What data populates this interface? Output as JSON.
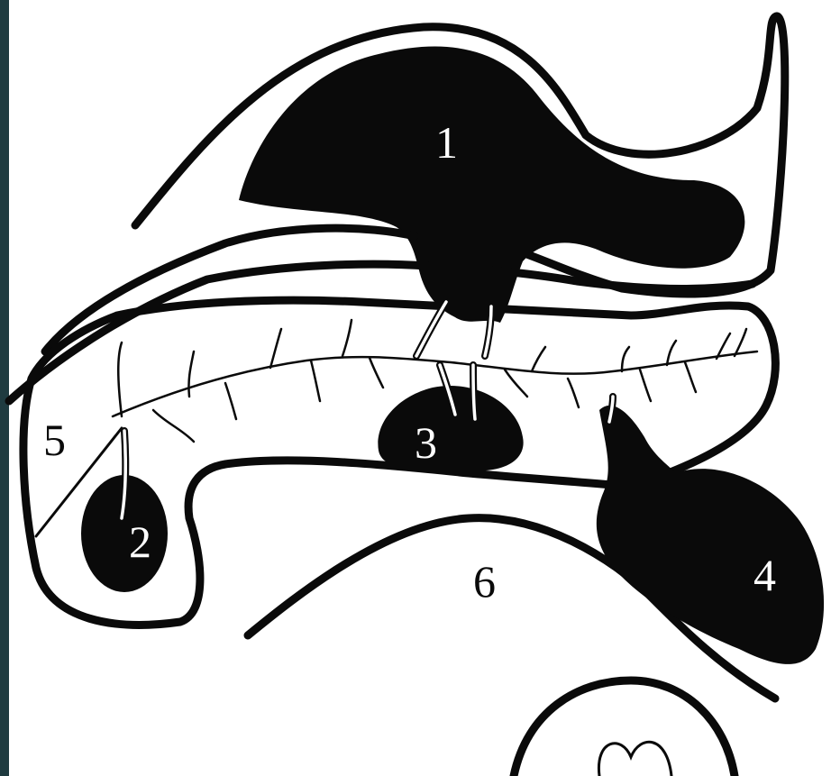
{
  "labels": {
    "one": "1",
    "two": "2",
    "three": "3",
    "four": "4",
    "five": "5",
    "six": "6"
  }
}
